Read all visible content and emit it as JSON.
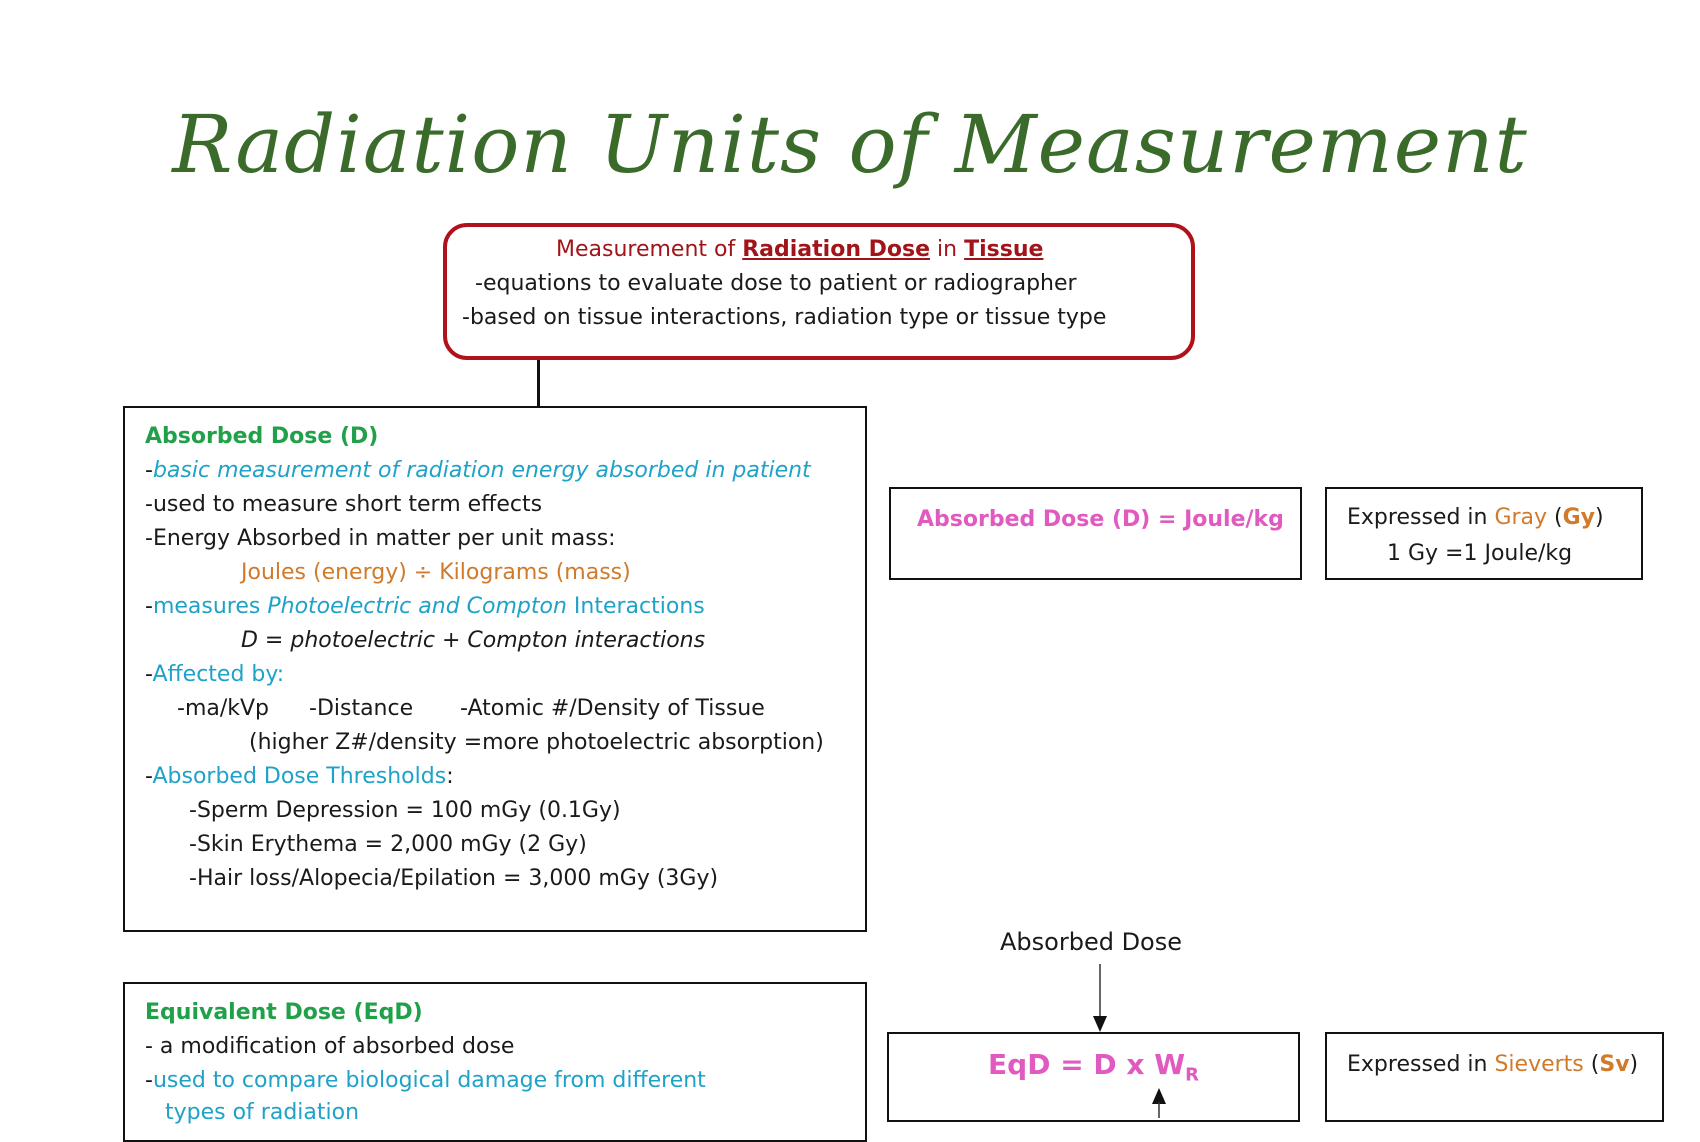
{
  "title": "Radiation Units of Measurement",
  "top_box": {
    "line1_prefix": "Measurement of ",
    "line1_term1": "Radiation Dose",
    "line1_mid": " in ",
    "line1_term2": "Tissue",
    "line2": "-equations to evaluate dose to patient or radiographer",
    "line3": "-based on tissue interactions, radiation type or tissue type"
  },
  "absorbed": {
    "heading": "Absorbed Dose (D)",
    "l1_dash": "-",
    "l1": "basic measurement of radiation energy absorbed in patient",
    "l2": "-used to measure short term effects",
    "l3": "-Energy Absorbed in matter per unit mass:",
    "l4": "Joules (energy) ÷ Kilograms (mass)",
    "l5_dash": "-",
    "l5_a": "measures ",
    "l5_b": "Photoelectric and Compton",
    "l5_c": " Interactions",
    "l6": "D = photoelectric + Compton interactions",
    "l7_dash": "-",
    "l7": "Affected by:",
    "l8_a": "-ma/kVp",
    "l8_b": "-Distance",
    "l8_c": "-Atomic #/Density of Tissue",
    "l9": "(higher Z#/density =more photoelectric absorption)",
    "l10_dash": "-",
    "l10": "Absorbed Dose Thresholds",
    "l10_colon": ":",
    "l11": "-Sperm Depression = 100 mGy (0.1Gy)",
    "l12": "-Skin Erythema = 2,000 mGy (2 Gy)",
    "l13": "-Hair loss/Alopecia/Epilation = 3,000 mGy (3Gy)"
  },
  "formula1": "Absorbed Dose (D) = Joule/kg",
  "expr1": {
    "prefix": "Expressed in ",
    "unit": "Gray",
    "open": " (",
    "abbr": "Gy",
    "close": ")",
    "line2": "1 Gy =1 Joule/kg"
  },
  "arrow_label": "Absorbed Dose",
  "equivalent": {
    "heading": "Equivalent Dose (EqD)",
    "l1": "- a modification of absorbed dose",
    "l2_dash": "-",
    "l2": "used to compare biological damage from different",
    "l3": "types of radiation"
  },
  "formula2": {
    "main": "EqD = D x W",
    "sub": "R"
  },
  "expr2": {
    "prefix": "Expressed in ",
    "unit": "Sieverts",
    "open": " (",
    "abbr": "Sv",
    "close": ")"
  }
}
